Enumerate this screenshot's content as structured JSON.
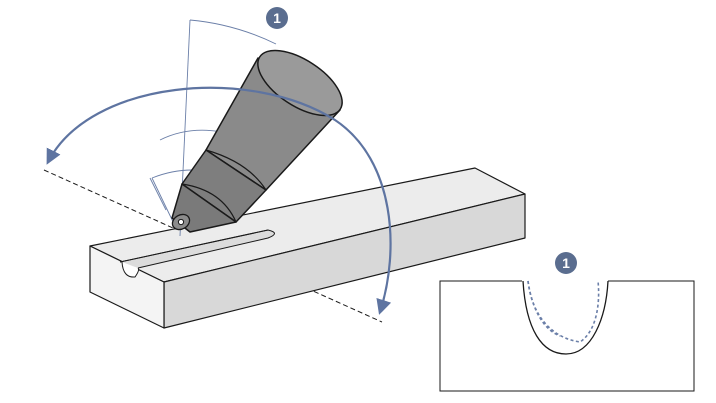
{
  "diagram": {
    "colors": {
      "callout": "#5a6d8f",
      "rotation_arrow": "#5e74a1",
      "tool_body": "#8a8a8a",
      "tool_nose": "#7a7a7a",
      "workpiece_top": "#ececec",
      "workpiece_front": "#f4f4f4",
      "workpiece_side": "#d8d8d8",
      "outline": "#1a1a1a",
      "guide_lines": "#6b7fa8",
      "dashed_profile": "#6b7fa8"
    },
    "callouts": {
      "tool_marker": "1",
      "detail_marker": "1"
    },
    "icons": {
      "callout": "numbered-circle",
      "rotation": "double-headed-curved-arrow"
    }
  }
}
